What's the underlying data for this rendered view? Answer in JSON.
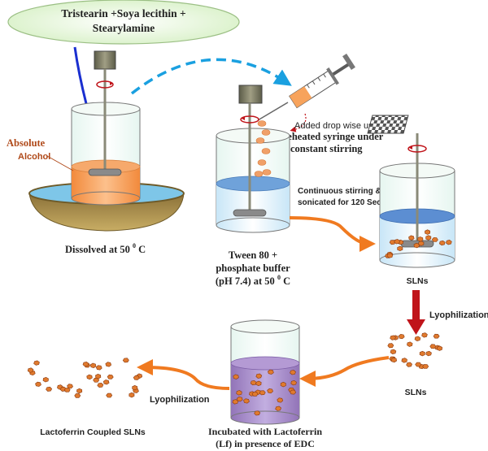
{
  "ingredients": {
    "line1": "Tristearin +Soya lecithin +",
    "line2": "Stearylamine"
  },
  "step1": {
    "solvent_line1": "Absolute",
    "solvent_line2": "Alcohol",
    "caption": "Dissolved at 50",
    "caption_sup": "0",
    "caption_unit": "C"
  },
  "step2": {
    "syringe_line1": "Added drop wise using",
    "syringe_line2": "preheated syringe under",
    "syringe_line3": "constant stirring",
    "caption_line1": "Tween 80 +",
    "caption_line2": "phosphate buffer",
    "caption_line3": "(pH 7.4) at 50",
    "caption_sup": "0",
    "caption_unit": "C"
  },
  "step3": {
    "note_line1": "Continuous stirring &",
    "note_line2": "sonicated for 120 Sec.",
    "caption": "SLNs"
  },
  "step4": {
    "label": "Lyophilization",
    "caption": "SLNs"
  },
  "step5": {
    "caption_line1": "Incubated with Lactoferrin",
    "caption_line2": "(Lf) in presence of EDC"
  },
  "step6": {
    "label": "Lyophilization",
    "caption": "Lactoferrin Coupled SLNs"
  },
  "colors": {
    "particle": "#e07a2e",
    "arrow_orange": "#f07a20",
    "arrow_red": "#c0141a",
    "arrow_blue": "#1a2fd0",
    "arrow_cyan": "#1aa0e0",
    "bowl": "#a08440",
    "water_blue": "#7ec6e8",
    "alcohol": "#f7a35c",
    "lactoferrin_purple": "#a98ac8"
  }
}
